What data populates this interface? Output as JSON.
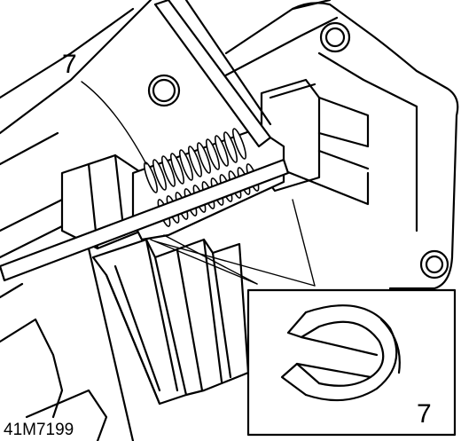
{
  "labels": {
    "callout_main": "7",
    "callout_inset": "7",
    "figure_code": "41M7199"
  }
}
